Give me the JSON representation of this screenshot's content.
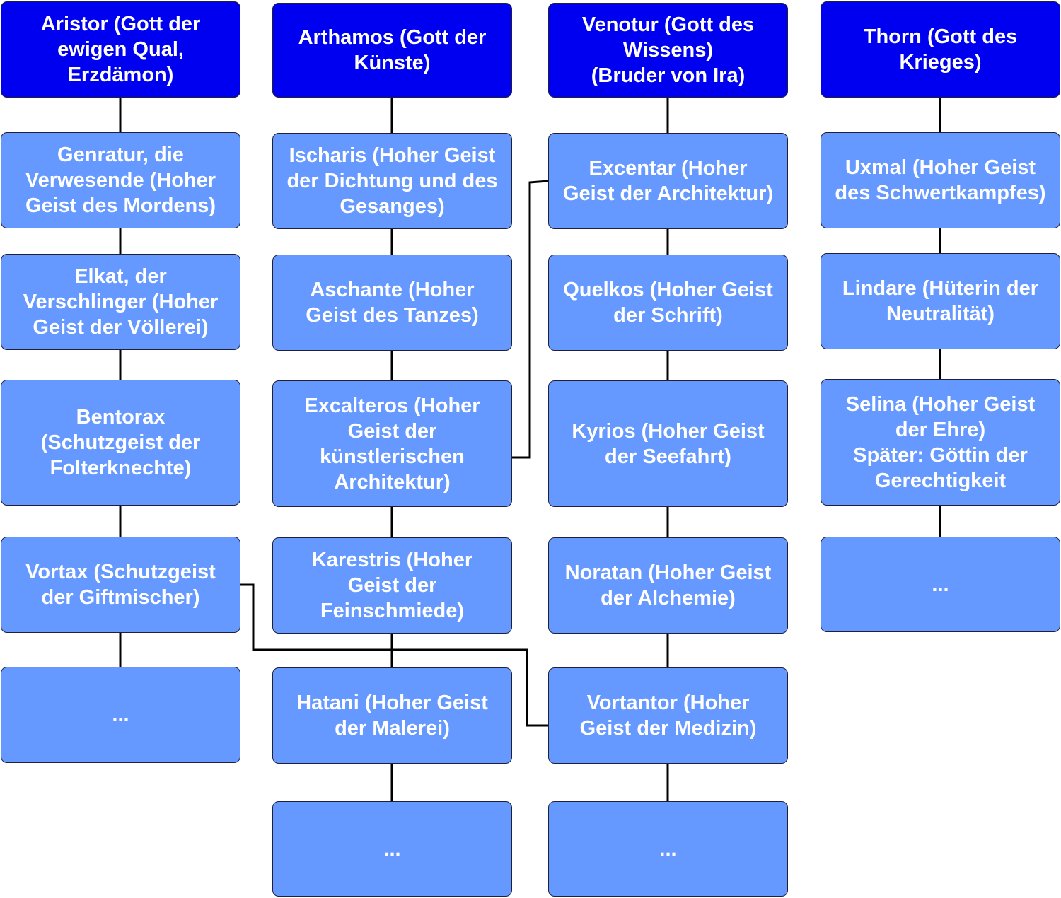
{
  "columns": [
    {
      "id": "aristor",
      "head": "Aristor (Gott der\newigen Qual,\nErzdämon)",
      "items": [
        "Genratur, die\nVerwesende (Hoher\nGeist des Mordens)",
        "Elkat, der\nVerschlinger (Hoher\nGeist der Völlerei)",
        "Bentorax\n(Schutzgeist der\nFolterknechte)",
        "Vortax (Schutzgeist\nder Giftmischer)",
        "..."
      ]
    },
    {
      "id": "arthamos",
      "head": "Arthamos (Gott der\nKünste)",
      "items": [
        "Ischaris (Hoher Geist\nder Dichtung und des\nGesanges)",
        "Aschante (Hoher\nGeist des Tanzes)",
        "Excalteros (Hoher\nGeist der\nkünstlerischen\nArchitektur)",
        "Karestris (Hoher\nGeist der\nFeinschmiede)",
        "Hatani (Hoher Geist\nder Malerei)",
        "..."
      ]
    },
    {
      "id": "venotur",
      "head": "Venotur (Gott des\nWissens)\n(Bruder von Ira)",
      "items": [
        "Excentar (Hoher\nGeist der Architektur)",
        "Quelkos (Hoher Geist\nder Schrift)",
        "Kyrios (Hoher Geist\nder Seefahrt)",
        "Noratan (Hoher Geist\nder Alchemie)",
        "Vortantor (Hoher\nGeist der Medizin)",
        "..."
      ]
    },
    {
      "id": "thorn",
      "head": "Thorn (Gott des\nKrieges)",
      "items": [
        "Uxmal (Hoher Geist\ndes Schwertkampfes)",
        "Lindare (Hüterin der\nNeutralität)",
        "Selina (Hoher Geist\nder Ehre)\nSpäter: Göttin der\nGerechtigkeit",
        "..."
      ]
    }
  ],
  "cross_links": [
    {
      "from": "Excalteros",
      "to": "Excentar"
    },
    {
      "from": "Vortax",
      "to": "Vortantor"
    }
  ],
  "colors": {
    "head_fill": "#0000f0",
    "node_fill": "#6699ff",
    "text": "#ffffff",
    "line": "#000000"
  }
}
